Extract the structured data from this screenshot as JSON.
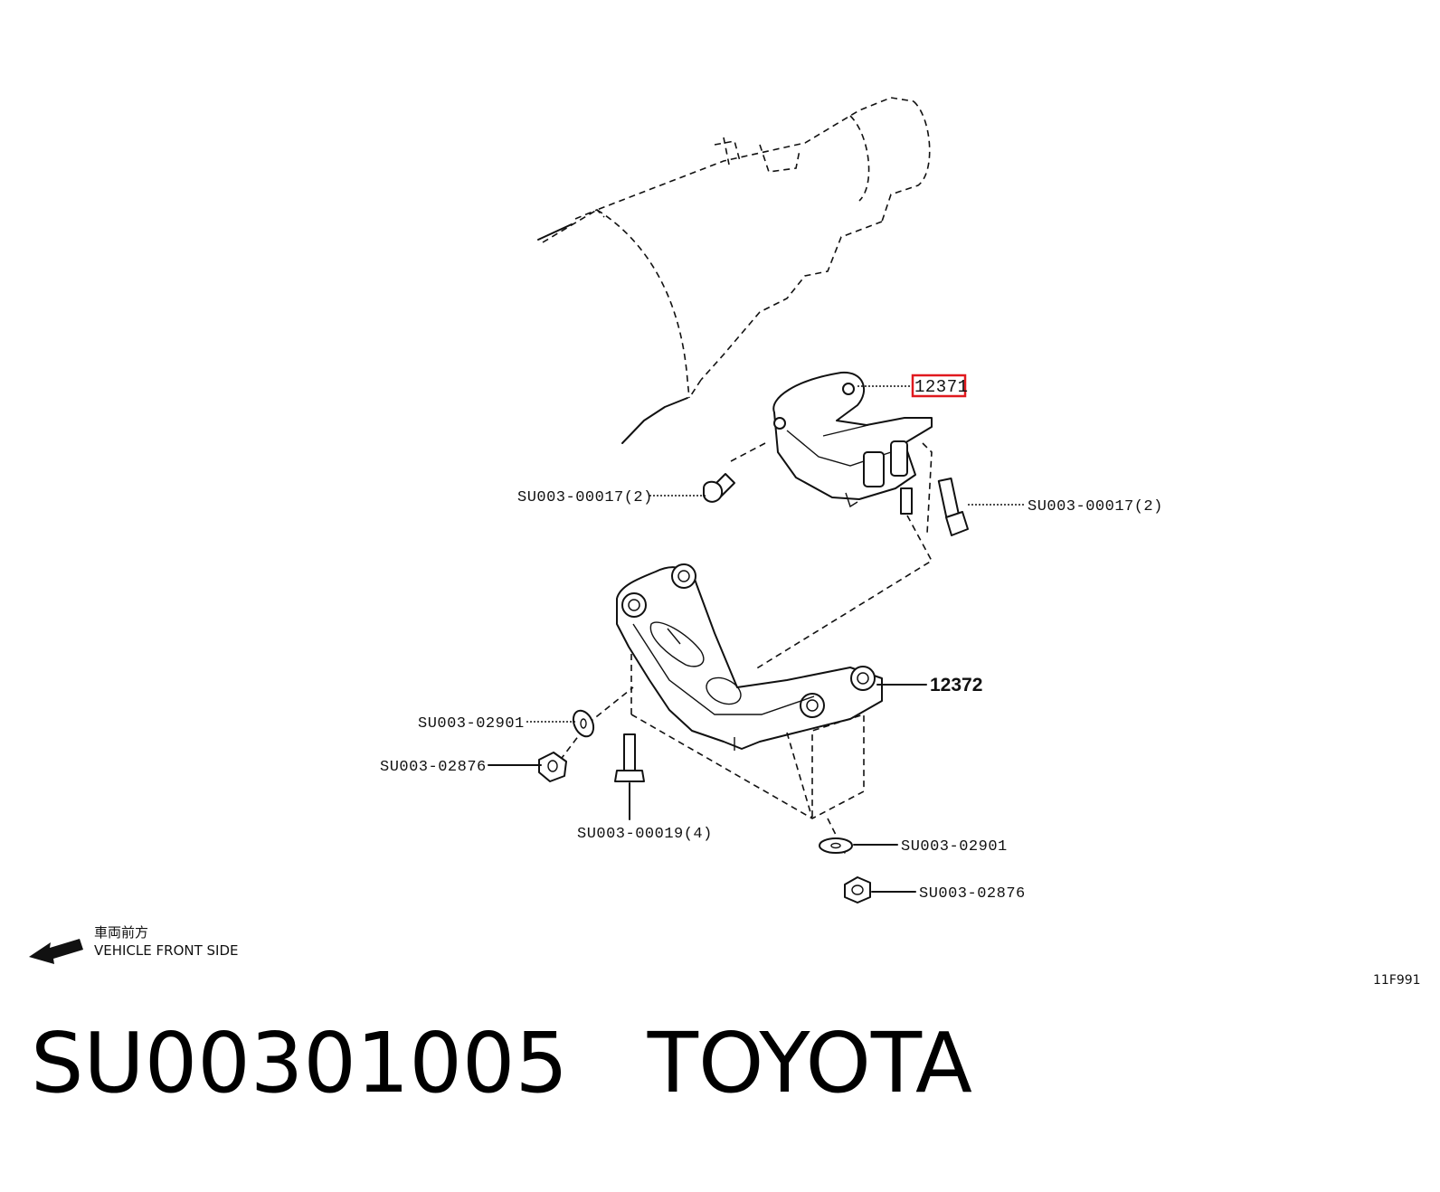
{
  "callouts": {
    "bracket_upper": "12371",
    "crossmember": "12372",
    "bolt_left": "SU003-00017(2)",
    "bolt_right": "SU003-00017(2)",
    "washer_left": "SU003-02901",
    "nut_left": "SU003-02876",
    "stud_bottom": "SU003-00019(4)",
    "washer_right": "SU003-02901",
    "nut_right": "SU003-02876"
  },
  "direction": {
    "jp": "車両前方",
    "en": "VEHICLE FRONT SIDE"
  },
  "figure_id": "11F991",
  "caption": {
    "part_number": "SU00301005",
    "brand": "TOYOTA"
  },
  "colors": {
    "highlight": "#e0191e",
    "line": "#111111"
  }
}
